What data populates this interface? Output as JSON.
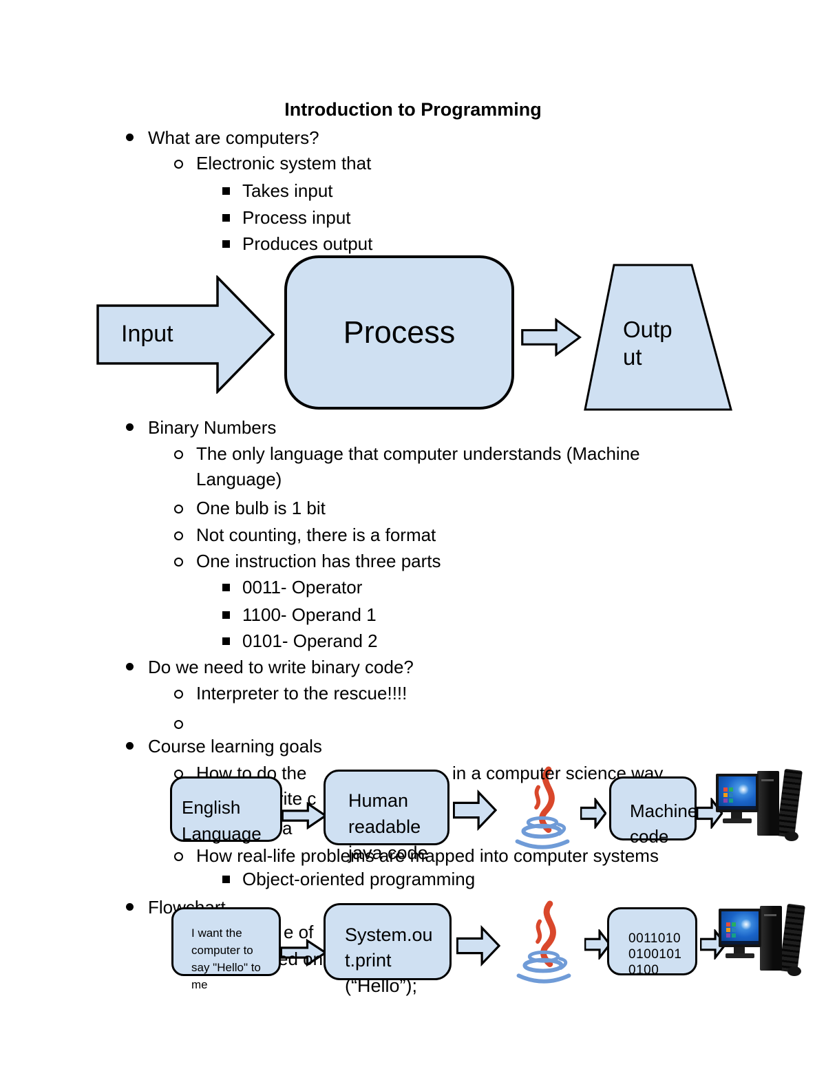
{
  "title": "Introduction to Programming",
  "outline": [
    {
      "text": "What are computers?"
    },
    {
      "text": "Electronic system that"
    },
    {
      "text": "Takes input"
    },
    {
      "text": "Process input"
    },
    {
      "text": "Produces output"
    },
    {
      "text": "Binary Numbers"
    },
    {
      "text": "The only language that computer understands (Machine"
    },
    {
      "text": "Language)"
    },
    {
      "text": "One bulb is 1 bit"
    },
    {
      "text": "Not counting, there is a format"
    },
    {
      "text": "One instruction has three parts"
    },
    {
      "text": "0011- Operator"
    },
    {
      "text": "1100- Operand 1"
    },
    {
      "text": "0101- Operand 2"
    },
    {
      "text": "Do we need to write binary code?"
    },
    {
      "text": "Interpreter to the rescue!!!!"
    },
    {
      "text": ""
    },
    {
      "text": "Course learning goals"
    },
    {
      "text": "How to do the",
      "text2": "in a computer science way"
    },
    {
      "text": "How real-life problems are mapped into computer systems"
    },
    {
      "text": "Object-oriented programming"
    },
    {
      "text": "Flowchart"
    }
  ],
  "fragments": {
    "f1": "rite c",
    "f2": "a",
    "f3": "e of",
    "f4": "ed on"
  },
  "io_diagram": {
    "input_label": "Input",
    "process_label": "Process",
    "output_lines": [
      "Outp",
      "ut"
    ]
  },
  "pipeline1": {
    "box1": {
      "lines": [
        "English",
        "Language"
      ]
    },
    "box2": {
      "lines": [
        "Human",
        "readable",
        "java code"
      ]
    },
    "box3": {
      "lines": [
        "Machine",
        "code"
      ]
    }
  },
  "pipeline2": {
    "box1": {
      "lines": [
        "I want the",
        "computer to",
        "say \"Hello\" to",
        "me"
      ]
    },
    "box2": {
      "lines": [
        "System.ou",
        "t.print",
        "(“Hello”);"
      ]
    },
    "box3": {
      "lines": [
        "0011010",
        "0100101",
        "0100"
      ]
    }
  },
  "colors": {
    "shape_fill": "#cfe0f2",
    "shape_border": "#000000",
    "java_red": "#d9472b",
    "java_blue": "#6f9bd7",
    "text": "#000000"
  }
}
